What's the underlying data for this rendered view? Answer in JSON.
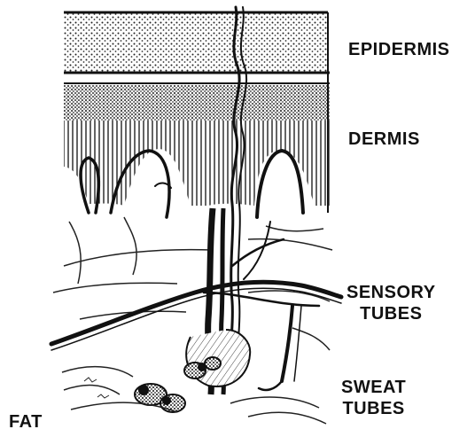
{
  "labels": {
    "epidermis": "EPIDERMIS",
    "dermis": "DERMIS",
    "sensory_line1": "SENSORY",
    "sensory_line2": "TUBES",
    "sweat_line1": "SWEAT",
    "sweat_line2": "TUBES",
    "fat": "FAT"
  },
  "colors": {
    "ink": "#111111",
    "paper": "#ffffff"
  }
}
